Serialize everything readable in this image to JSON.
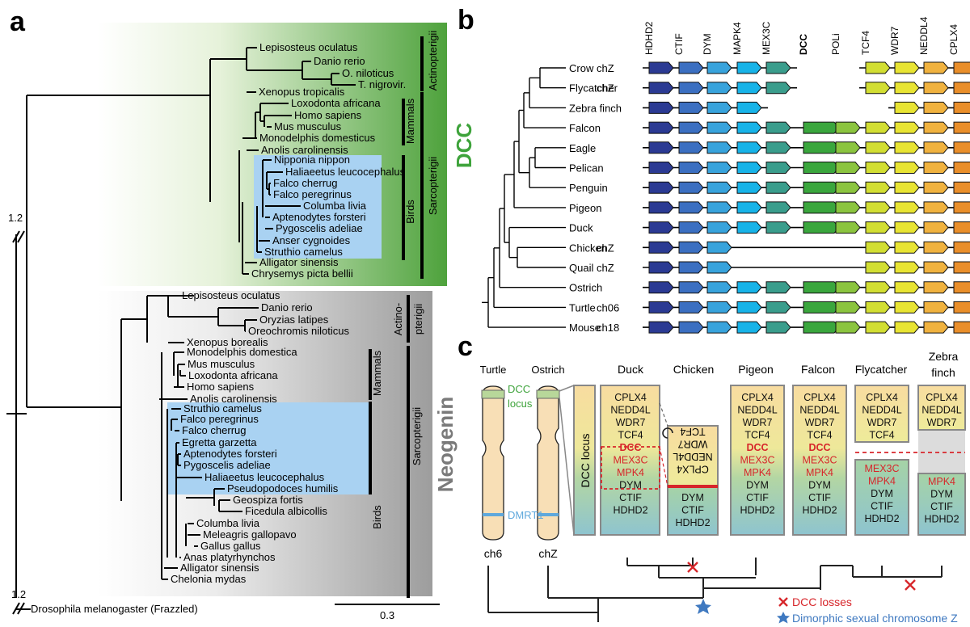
{
  "panel_a": {
    "letter": "a",
    "dcc_label": "DCC",
    "neogenin_label": "Neogenin",
    "scale_label": "0.3",
    "break_label_top": "1.2",
    "break_label_bottom": "1.2",
    "outgroup": "Drosophila melanogaster (Frazzled)",
    "dcc": {
      "actinopterygii": [
        "Lepisosteus oculatus",
        "Danio rerio",
        "O. niloticus",
        "T. nigrovir."
      ],
      "sarcopterygii": [
        "Xenopus tropicalis",
        "Loxodonta africana",
        "Homo sapiens",
        "Mus musculus",
        "Monodelphis domesticus",
        "Anolis carolinensis"
      ],
      "birds": [
        "Nipponia nippon",
        "Haliaeetus leucocephalus",
        "Falco cherrug",
        "Falco peregrinus",
        "Columba livia",
        "Aptenodytes forsteri",
        "Pygoscelis adeliae",
        "Anser cygnoides",
        "Struthio camelus"
      ],
      "reptiles": [
        "Alligator sinensis",
        "Chrysemys picta bellii"
      ],
      "group_labels": {
        "actinopterygii": "Actinopterigii",
        "mammals": "Mammals",
        "birds": "Birds",
        "sarcopterygii": "Sarcopterigii"
      }
    },
    "neogenin": {
      "actinopterygii": [
        "Lepisosteus oculatus",
        "Danio rerio",
        "Oryzias latipes",
        "Oreochromis niloticus",
        "Xenopus borealis"
      ],
      "sarcopterygii": [
        "Monodelphis domestica",
        "Mus musculus",
        "Loxodonta africana",
        "Homo sapiens",
        "Anolis carolinensis"
      ],
      "birds": [
        "Struthio camelus",
        "Falco peregrinus",
        "Falco cherrug",
        "Egretta garzetta",
        "Aptenodytes forsteri",
        "Pygoscelis adeliae",
        "Haliaeetus leucocephalus",
        "Pseudopodoces humilis",
        "Geospiza fortis",
        "Ficedula albicollis",
        "Columba livia",
        "Meleagris gallopavo",
        "Gallus gallus",
        "Anas platyrhynchos"
      ],
      "reptiles": [
        "Alligator sinensis",
        "Chelonia mydas"
      ],
      "group_labels": {
        "actino_1": "Actino-",
        "actino_2": "pterigii",
        "mammals": "Mammals",
        "birds": "Birds",
        "sarcopterygii": "Sarcopterigii"
      }
    }
  },
  "panel_b": {
    "letter": "b",
    "genes": [
      "HDHD2",
      "CTIF",
      "DYM",
      "MAPK4",
      "MEX3C",
      "DCC",
      "POLi",
      "TCF4",
      "WDR7",
      "NEDDL4",
      "CPLX4"
    ],
    "gene_colors": [
      "#2b3a93",
      "#3b6fc1",
      "#38a3dc",
      "#17b3e8",
      "#3a9d8c",
      "#3aa63d",
      "#8bc43f",
      "#d2de33",
      "#e8e433",
      "#f0b23f",
      "#e98e2a"
    ],
    "species": [
      {
        "name": "Crow",
        "chrom": "chZ",
        "present": [
          1,
          1,
          1,
          1,
          1,
          0,
          0,
          1,
          1,
          1,
          1
        ],
        "line": "partial"
      },
      {
        "name": "Flycatcher",
        "chrom": "chZ",
        "present": [
          1,
          1,
          1,
          1,
          1,
          0,
          0,
          1,
          1,
          1,
          1
        ],
        "line": "partial"
      },
      {
        "name": "Zebra finch",
        "chrom": "",
        "present": [
          1,
          1,
          1,
          1,
          0,
          0,
          0,
          0,
          1,
          1,
          1
        ],
        "line": "none"
      },
      {
        "name": "Falcon",
        "chrom": "",
        "present": [
          1,
          1,
          1,
          1,
          1,
          1,
          1,
          1,
          1,
          1,
          1
        ],
        "line": "full"
      },
      {
        "name": "Eagle",
        "chrom": "",
        "present": [
          1,
          1,
          1,
          1,
          1,
          1,
          1,
          1,
          1,
          1,
          1
        ],
        "line": "full"
      },
      {
        "name": "Pelican",
        "chrom": "",
        "present": [
          1,
          1,
          1,
          1,
          1,
          1,
          1,
          1,
          1,
          1,
          1
        ],
        "line": "full"
      },
      {
        "name": "Penguin",
        "chrom": "",
        "present": [
          1,
          1,
          1,
          1,
          1,
          1,
          1,
          1,
          1,
          1,
          1
        ],
        "line": "full"
      },
      {
        "name": "Pigeon",
        "chrom": "",
        "present": [
          1,
          1,
          1,
          1,
          1,
          1,
          1,
          1,
          1,
          1,
          1
        ],
        "line": "full"
      },
      {
        "name": "Duck",
        "chrom": "",
        "present": [
          1,
          1,
          1,
          1,
          1,
          1,
          1,
          1,
          1,
          1,
          1
        ],
        "line": "full"
      },
      {
        "name": "Chicken",
        "chrom": "chZ",
        "present": [
          1,
          1,
          1,
          0,
          0,
          0,
          0,
          1,
          1,
          1,
          1
        ],
        "line": "full"
      },
      {
        "name": "Quail",
        "chrom": "chZ",
        "present": [
          1,
          1,
          1,
          0,
          0,
          0,
          0,
          1,
          1,
          1,
          1
        ],
        "line": "full"
      },
      {
        "name": "Ostrich",
        "chrom": "",
        "present": [
          1,
          1,
          1,
          1,
          1,
          1,
          1,
          1,
          1,
          1,
          1
        ],
        "line": "full"
      },
      {
        "name": "Turtle",
        "chrom": "ch06",
        "present": [
          1,
          1,
          1,
          1,
          1,
          1,
          1,
          1,
          1,
          1,
          1
        ],
        "line": "full"
      },
      {
        "name": "Mouse",
        "chrom": "ch18",
        "present": [
          1,
          1,
          1,
          1,
          1,
          1,
          1,
          1,
          1,
          1,
          1
        ],
        "line": "full"
      }
    ]
  },
  "panel_c": {
    "letter": "c",
    "chrom_species": [
      "Turtle",
      "Ostrich"
    ],
    "chrom_names": [
      "ch6",
      "chZ"
    ],
    "dcc_locus_label_1": "DCC",
    "dcc_locus_label_2": "locus",
    "dmrt1_label": "DMRT1",
    "dcc_locus_vertical": "DCC locus",
    "columns": [
      "Duck",
      "Chicken",
      "Pigeon",
      "Falcon",
      "Flycatcher",
      "Zebra"
    ],
    "zebra_second_line": "finch",
    "duck_genes": [
      "CPLX4",
      "NEDD4L",
      "WDR7",
      "TCF4",
      "DCC",
      "MEX3C",
      "MPK4",
      "DYM",
      "CTIF",
      "HDHD2"
    ],
    "chicken_inverted": [
      "TCF4",
      "WDR7",
      "NEDD4L",
      "CPLX4"
    ],
    "chicken_lower": [
      "DYM",
      "CTIF",
      "HDHD2"
    ],
    "pigeon_genes": [
      "CPLX4",
      "NEDD4L",
      "WDR7",
      "TCF4",
      "DCC",
      "MEX3C",
      "MPK4",
      "DYM",
      "CTIF",
      "HDHD2"
    ],
    "falcon_genes": [
      "CPLX4",
      "NEDD4L",
      "WDR7",
      "TCF4",
      "DCC",
      "MEX3C",
      "MPK4",
      "DYM",
      "CTIF",
      "HDHD2"
    ],
    "flycatcher_upper": [
      "CPLX4",
      "NEDD4L",
      "WDR7",
      "TCF4"
    ],
    "flycatcher_lower": [
      "MEX3C",
      "MPK4",
      "DYM",
      "CTIF",
      "HDHD2"
    ],
    "zebra_upper": [
      "CPLX4",
      "NEDD4L",
      "WDR7"
    ],
    "zebra_lower": [
      "MPK4",
      "DYM",
      "CTIF",
      "HDHD2"
    ],
    "legend": {
      "losses": "DCC losses",
      "dimorphic": "Dimorphic sexual chromosome Z"
    },
    "colors": {
      "red": "#d7262b",
      "blue": "#3f79c0",
      "green": "#6abf45",
      "lightblue": "#5fa8dc"
    }
  }
}
